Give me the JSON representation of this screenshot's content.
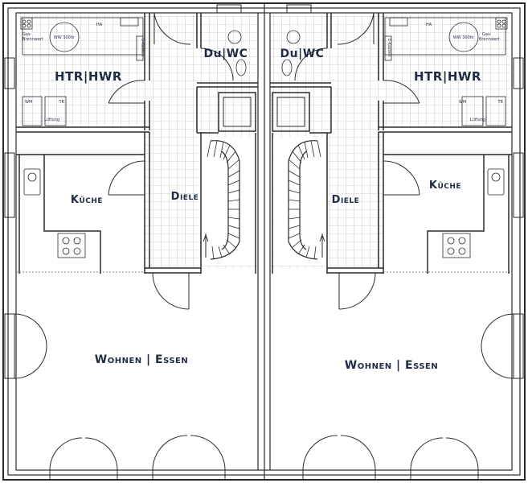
{
  "left_unit": {
    "utility_room": "HTR|HWR",
    "bathroom": "Du|WC",
    "hall": "Diele",
    "kitchen": "Küche",
    "living": "Wohnen | Essen",
    "fixtures": {
      "tank": "WW 300ltr",
      "ha": "HA",
      "boiler_line1": "Gas-",
      "boiler_line2": "Brennwert",
      "wm": "WM",
      "tr": "TR",
      "ventilation": "Lüftung",
      "electrical": "E-Kasten"
    }
  },
  "right_unit": {
    "utility_room": "HTR|HWR",
    "bathroom": "Du|WC",
    "hall": "Diele",
    "kitchen": "Küche",
    "living": "Wohnen | Essen",
    "fixtures": {
      "tank": "WW 300ltr",
      "ha": "HA",
      "boiler_line1": "Gas-",
      "boiler_line2": "Brennwert",
      "wm": "WM",
      "tr": "TR",
      "ventilation": "Lüftung",
      "electrical": "E-Kasten"
    }
  },
  "colors": {
    "wall": "#2a2a2a",
    "text": "#1f2b44",
    "tile": "#9a9a9a"
  }
}
